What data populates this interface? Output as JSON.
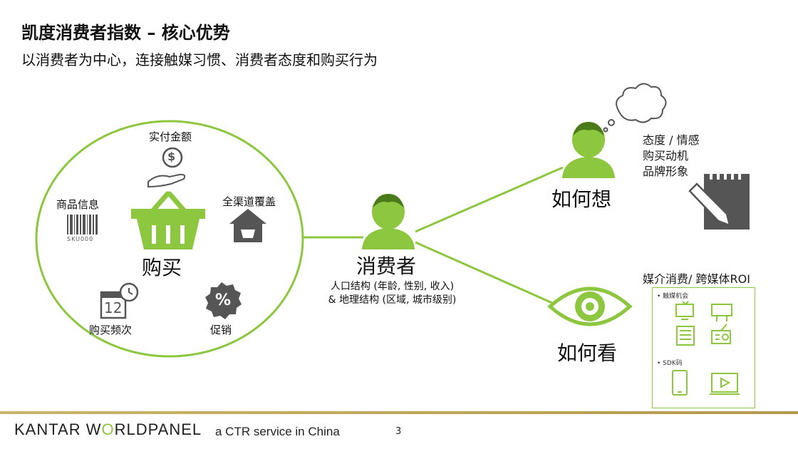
{
  "header": {
    "title": "凯度消费者指数 – 核心优势",
    "subtitle": "以消费者为中心，连接触媒习惯、消费者态度和购买行为"
  },
  "purchase_circle": {
    "center_label": "购买",
    "amount_label": "实付金额",
    "product_label": "商品信息",
    "channel_label": "全渠道覆盖",
    "frequency_label": "购买频次",
    "promotion_label": "促销",
    "barcode_text": "SKU000",
    "calendar_number": "12",
    "dollar_symbol": "$",
    "percent_symbol": "%"
  },
  "consumer": {
    "label": "消费者",
    "description": "人口结构 (年龄, 性别, 收入) & 地理结构 (区域, 城市级别)"
  },
  "think": {
    "label": "如何想",
    "items": [
      "态度 / 情感",
      "购买动机",
      "品牌形象"
    ]
  },
  "see": {
    "label": "如何看",
    "media_title": "媒介消费/ 跨媒体ROI",
    "section1": "• 触媒机会",
    "section2": "• SDK码"
  },
  "footer": {
    "brand_part1": "KANTAR W",
    "brand_part2": "O",
    "brand_part3": "RLDPANEL",
    "tagline": "a CTR service in China",
    "page_number": "3"
  },
  "colors": {
    "accent_green": "#8dc63f",
    "icon_grey": "#555555",
    "footer_gold": "#b9a04f"
  },
  "icons": [
    "dollar-hand-icon",
    "basket-icon",
    "barcode-icon",
    "store-icon",
    "calendar-clock-icon",
    "percent-badge-icon",
    "person-icon",
    "thought-cloud-icon",
    "notepad-pen-icon",
    "eye-icon",
    "tv-icon",
    "outdoor-board-icon",
    "newspaper-icon",
    "radio-icon",
    "mobile-icon",
    "video-player-icon"
  ]
}
